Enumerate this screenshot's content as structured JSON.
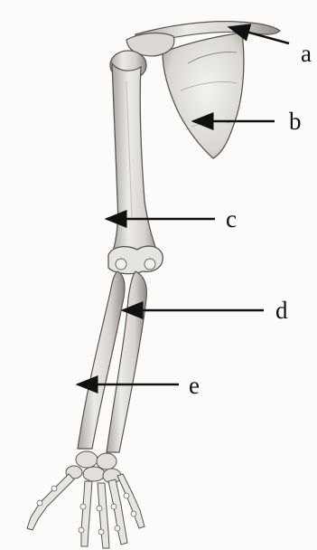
{
  "labels": {
    "a": "a",
    "b": "b",
    "c": "c",
    "d": "d",
    "e": "e"
  },
  "colors": {
    "background": "#fbfbfa",
    "bone_fill": "#e8e6e2",
    "bone_shadow": "#b9b6b0",
    "ink": "#111111"
  }
}
